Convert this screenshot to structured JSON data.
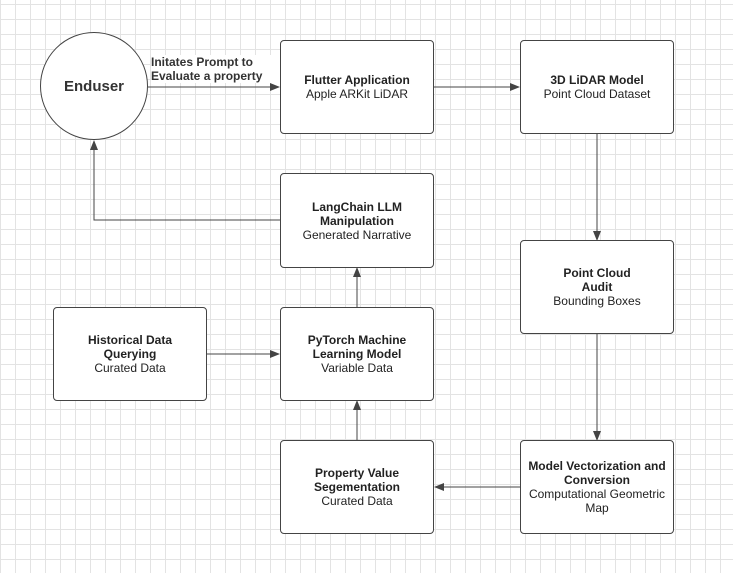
{
  "enduser": {
    "label": "Enduser"
  },
  "edge_label": "Initates Prompt to\nEvaluate a property",
  "nodes": {
    "flutter": {
      "title": "Flutter Application",
      "subtitle": "Apple ARKit LiDAR"
    },
    "lidar": {
      "title": "3D LiDAR Model",
      "subtitle": "Point Cloud Dataset"
    },
    "audit": {
      "title": "Point Cloud\nAudit",
      "subtitle": "Bounding Boxes"
    },
    "vectorization": {
      "title": "Model Vectorization and\nConversion",
      "subtitle": "Computational Geometric\nMap"
    },
    "segmentation": {
      "title": "Property Value\nSegementation",
      "subtitle": "Curated Data"
    },
    "pytorch": {
      "title": "PyTorch Machine\nLearning Model",
      "subtitle": "Variable Data"
    },
    "historical": {
      "title": "Historical Data\nQuerying",
      "subtitle": "Curated Data"
    },
    "langchain": {
      "title": "LangChain LLM\nManipulation",
      "subtitle": "Generated Narrative"
    }
  },
  "colors": {
    "stroke": "#444444",
    "grid": "#e3e3e3",
    "text": "#222222"
  }
}
